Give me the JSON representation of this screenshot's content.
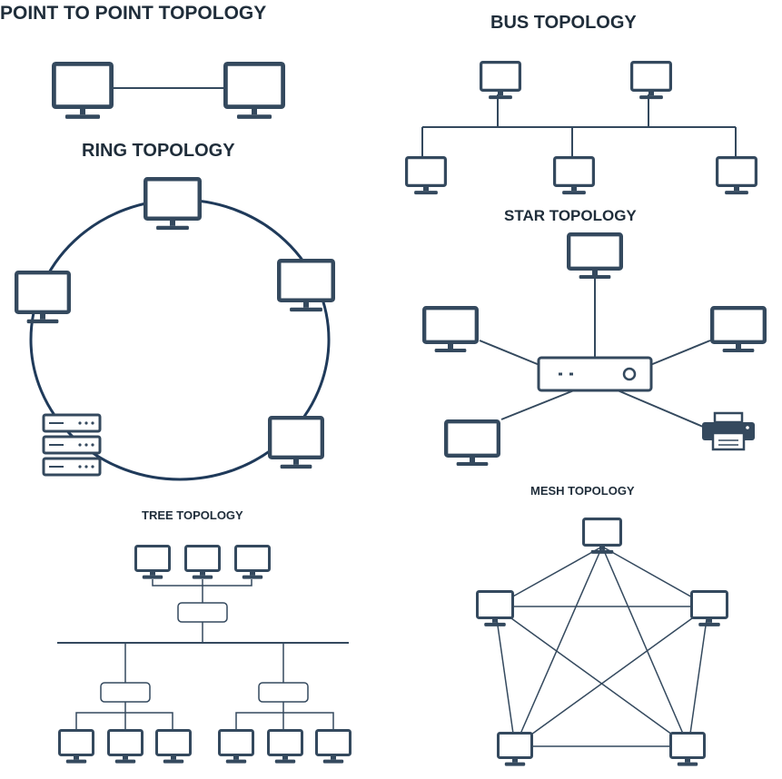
{
  "titles": {
    "point_to_point": "POINT TO POINT TOPOLOGY",
    "bus": "BUS TOPOLOGY",
    "ring": "RING TOPOLOGY",
    "star": "STAR TOPOLOGY",
    "tree": "TREE TOPOLOGY",
    "mesh": "MESH TOPOLOGY"
  },
  "colors": {
    "device": "#34495e",
    "line": "#34495e",
    "ring": "#1f3a5a",
    "background": "#ffffff"
  },
  "icons": {
    "computer": "computer-icon",
    "server": "server-rack-icon",
    "router": "router-icon",
    "printer": "printer-icon",
    "switch": "switch-icon"
  }
}
